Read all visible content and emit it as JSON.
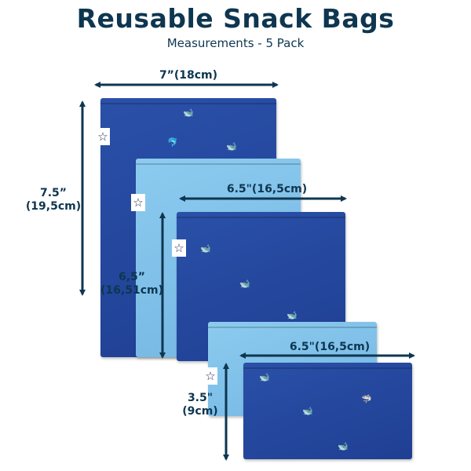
{
  "header": {
    "title": "Reusable Snack Bags",
    "subtitle": "Measurements - 5 Pack"
  },
  "measurements": {
    "large_width": "7”(18cm)",
    "large_height_in": "7.5”",
    "large_height_cm": "(19,5cm)",
    "medium_width": "6.5\"(16,5cm)",
    "medium_height_in": "6,5”",
    "medium_height_cm": "(16,51cm)",
    "small_width": "6.5\"(16,5cm)",
    "small_height_in": "3.5\"",
    "small_height_cm": "(9cm)"
  },
  "colors": {
    "text": "#0e3650",
    "dark_bag": "#23479c",
    "light_bag": "#7fc0ea"
  },
  "icons": {
    "tag": "star-icon",
    "print": "whale-icon"
  }
}
